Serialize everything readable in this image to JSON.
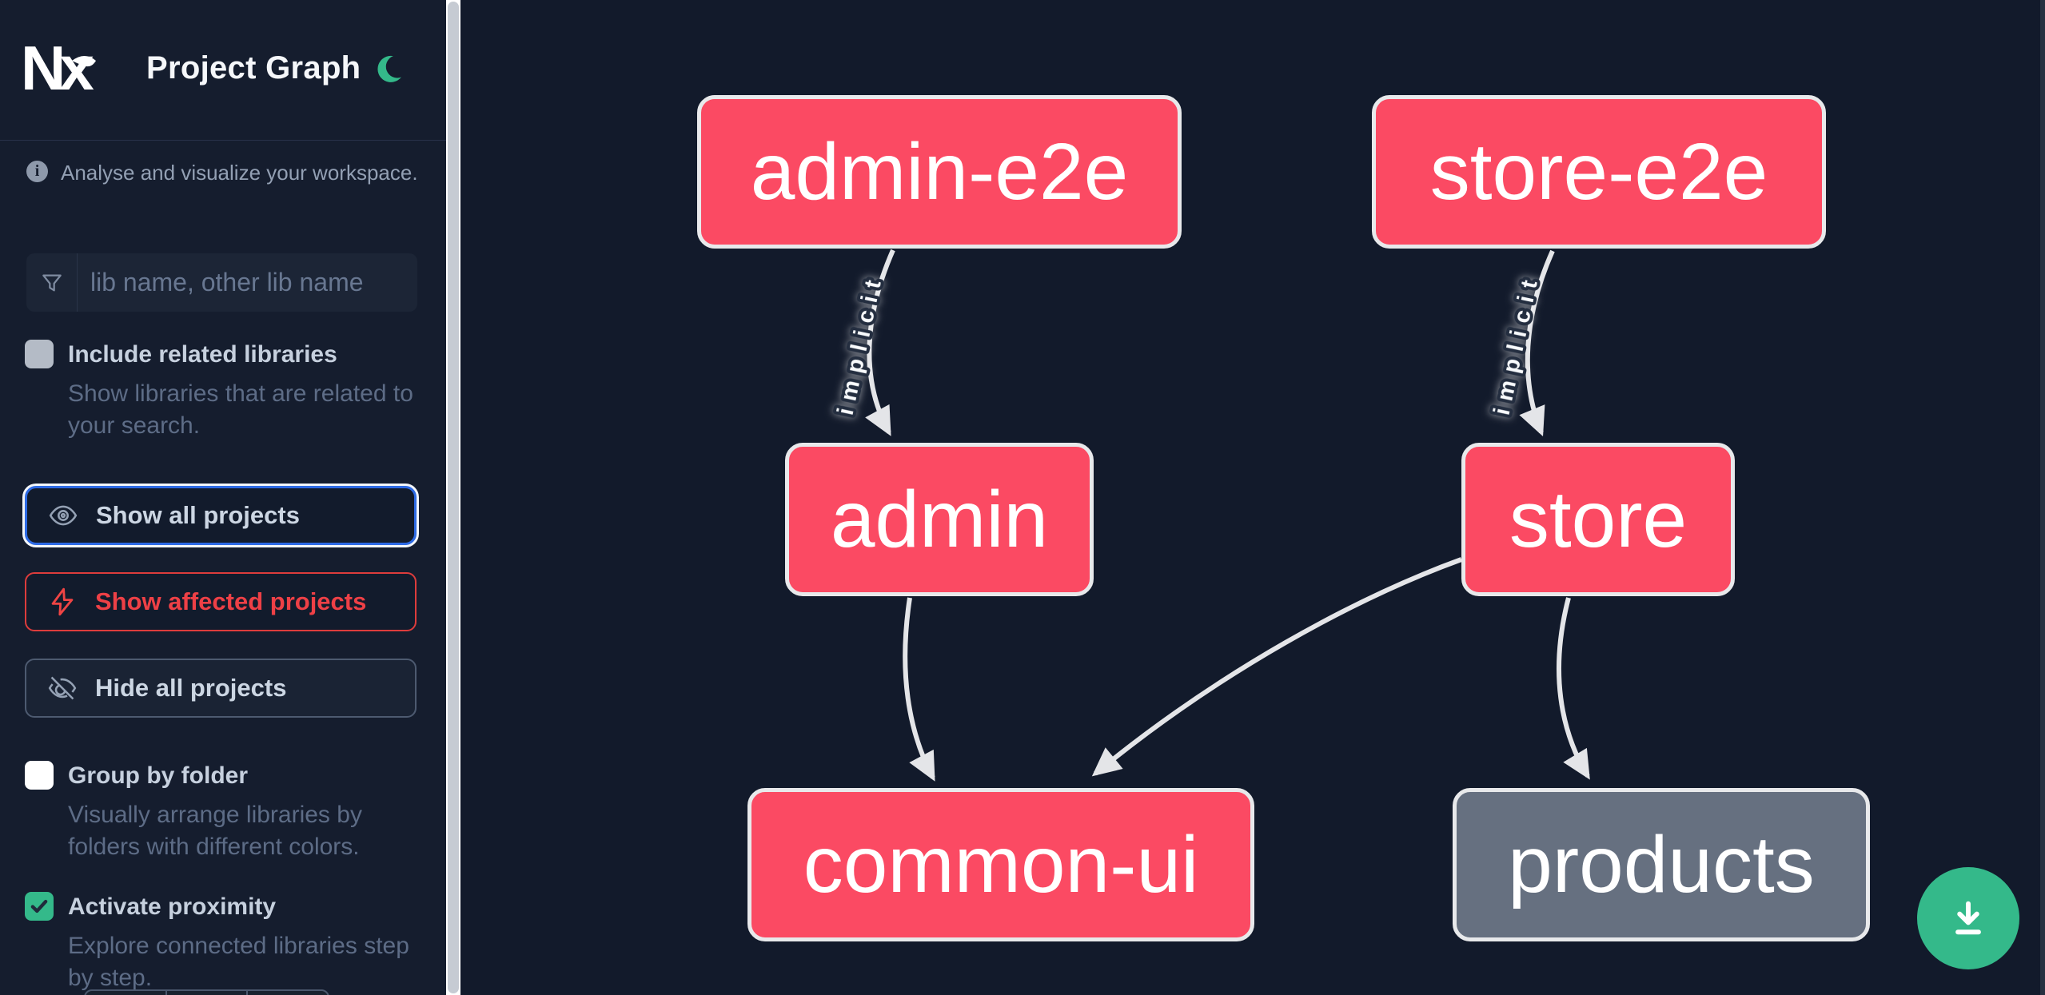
{
  "app": {
    "title": "Project Graph"
  },
  "sidebar": {
    "tagline": "Analyse and visualize your workspace.",
    "search": {
      "placeholder": "lib name, other lib name"
    },
    "checkboxes": [
      {
        "label": "Include related libraries",
        "description": "Show libraries that are related to\nyour search.",
        "checked": false
      },
      {
        "label": "Group by folder",
        "description": "Visually arrange libraries by\nfolders with different colors.",
        "checked": false
      },
      {
        "label": "Activate proximity",
        "description": "Explore connected libraries step\nby step.",
        "checked": true
      }
    ],
    "buttons": [
      {
        "label": "Show all projects",
        "icon": "eye-icon"
      },
      {
        "label": "Show affected projects",
        "icon": "bolt-icon"
      },
      {
        "label": "Hide all projects",
        "icon": "eye-off-icon"
      }
    ]
  },
  "graph": {
    "nodes": [
      {
        "label": "admin-e2e",
        "color": "pink"
      },
      {
        "label": "store-e2e",
        "color": "pink"
      },
      {
        "label": "admin",
        "color": "pink"
      },
      {
        "label": "store",
        "color": "pink"
      },
      {
        "label": "common-ui",
        "color": "pink"
      },
      {
        "label": "products",
        "color": "gray"
      }
    ],
    "edges": [
      {
        "from": "admin-e2e",
        "to": "admin",
        "label": "implicit"
      },
      {
        "from": "store-e2e",
        "to": "store",
        "label": "implicit"
      },
      {
        "from": "admin",
        "to": "common-ui",
        "label": ""
      },
      {
        "from": "store",
        "to": "common-ui",
        "label": ""
      },
      {
        "from": "store",
        "to": "products",
        "label": ""
      }
    ]
  },
  "fab": {
    "icon": "download-icon"
  },
  "colors": {
    "node_pink": "#fb4a63",
    "node_gray": "#667080",
    "accent_green": "#34b98a",
    "focus_blue": "#2d6ae4",
    "affected_red": "#ef4444",
    "edge": "#e4e5e8",
    "sidebar_bg": "#151d2e",
    "canvas_bg": "#121a2b"
  }
}
